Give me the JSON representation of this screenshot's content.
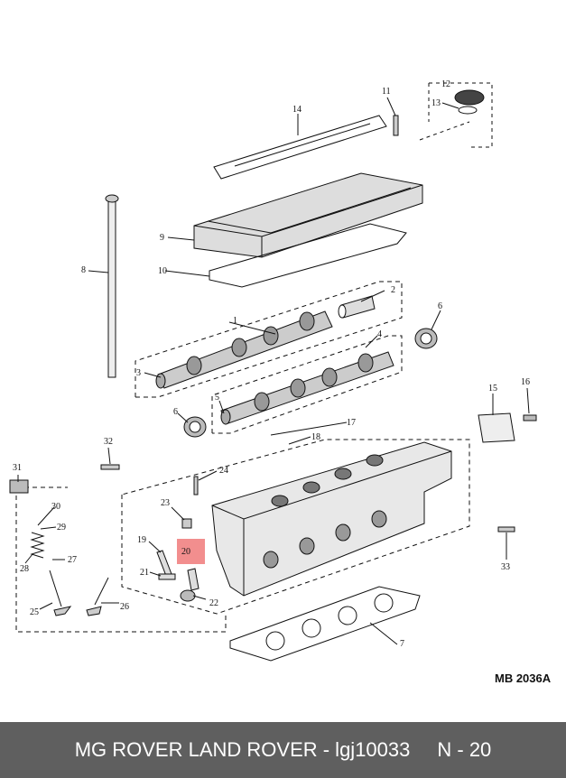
{
  "diagram": {
    "callouts": [
      "1",
      "2",
      "3",
      "4",
      "5",
      "6",
      "6",
      "7",
      "8",
      "9",
      "10",
      "11",
      "12",
      "13",
      "14",
      "15",
      "16",
      "17",
      "18",
      "19",
      "20",
      "21",
      "22",
      "23",
      "24",
      "25",
      "26",
      "27",
      "28",
      "29",
      "30",
      "31",
      "32",
      "33"
    ],
    "highlighted_callout": "20",
    "highlight_color": "#f07a7a",
    "drawing_code": "MB 2036A"
  },
  "footer": {
    "brand": "MG ROVER LAND ROVER - lgj10033",
    "page": "N - 20",
    "background": "#5f5f5f"
  }
}
